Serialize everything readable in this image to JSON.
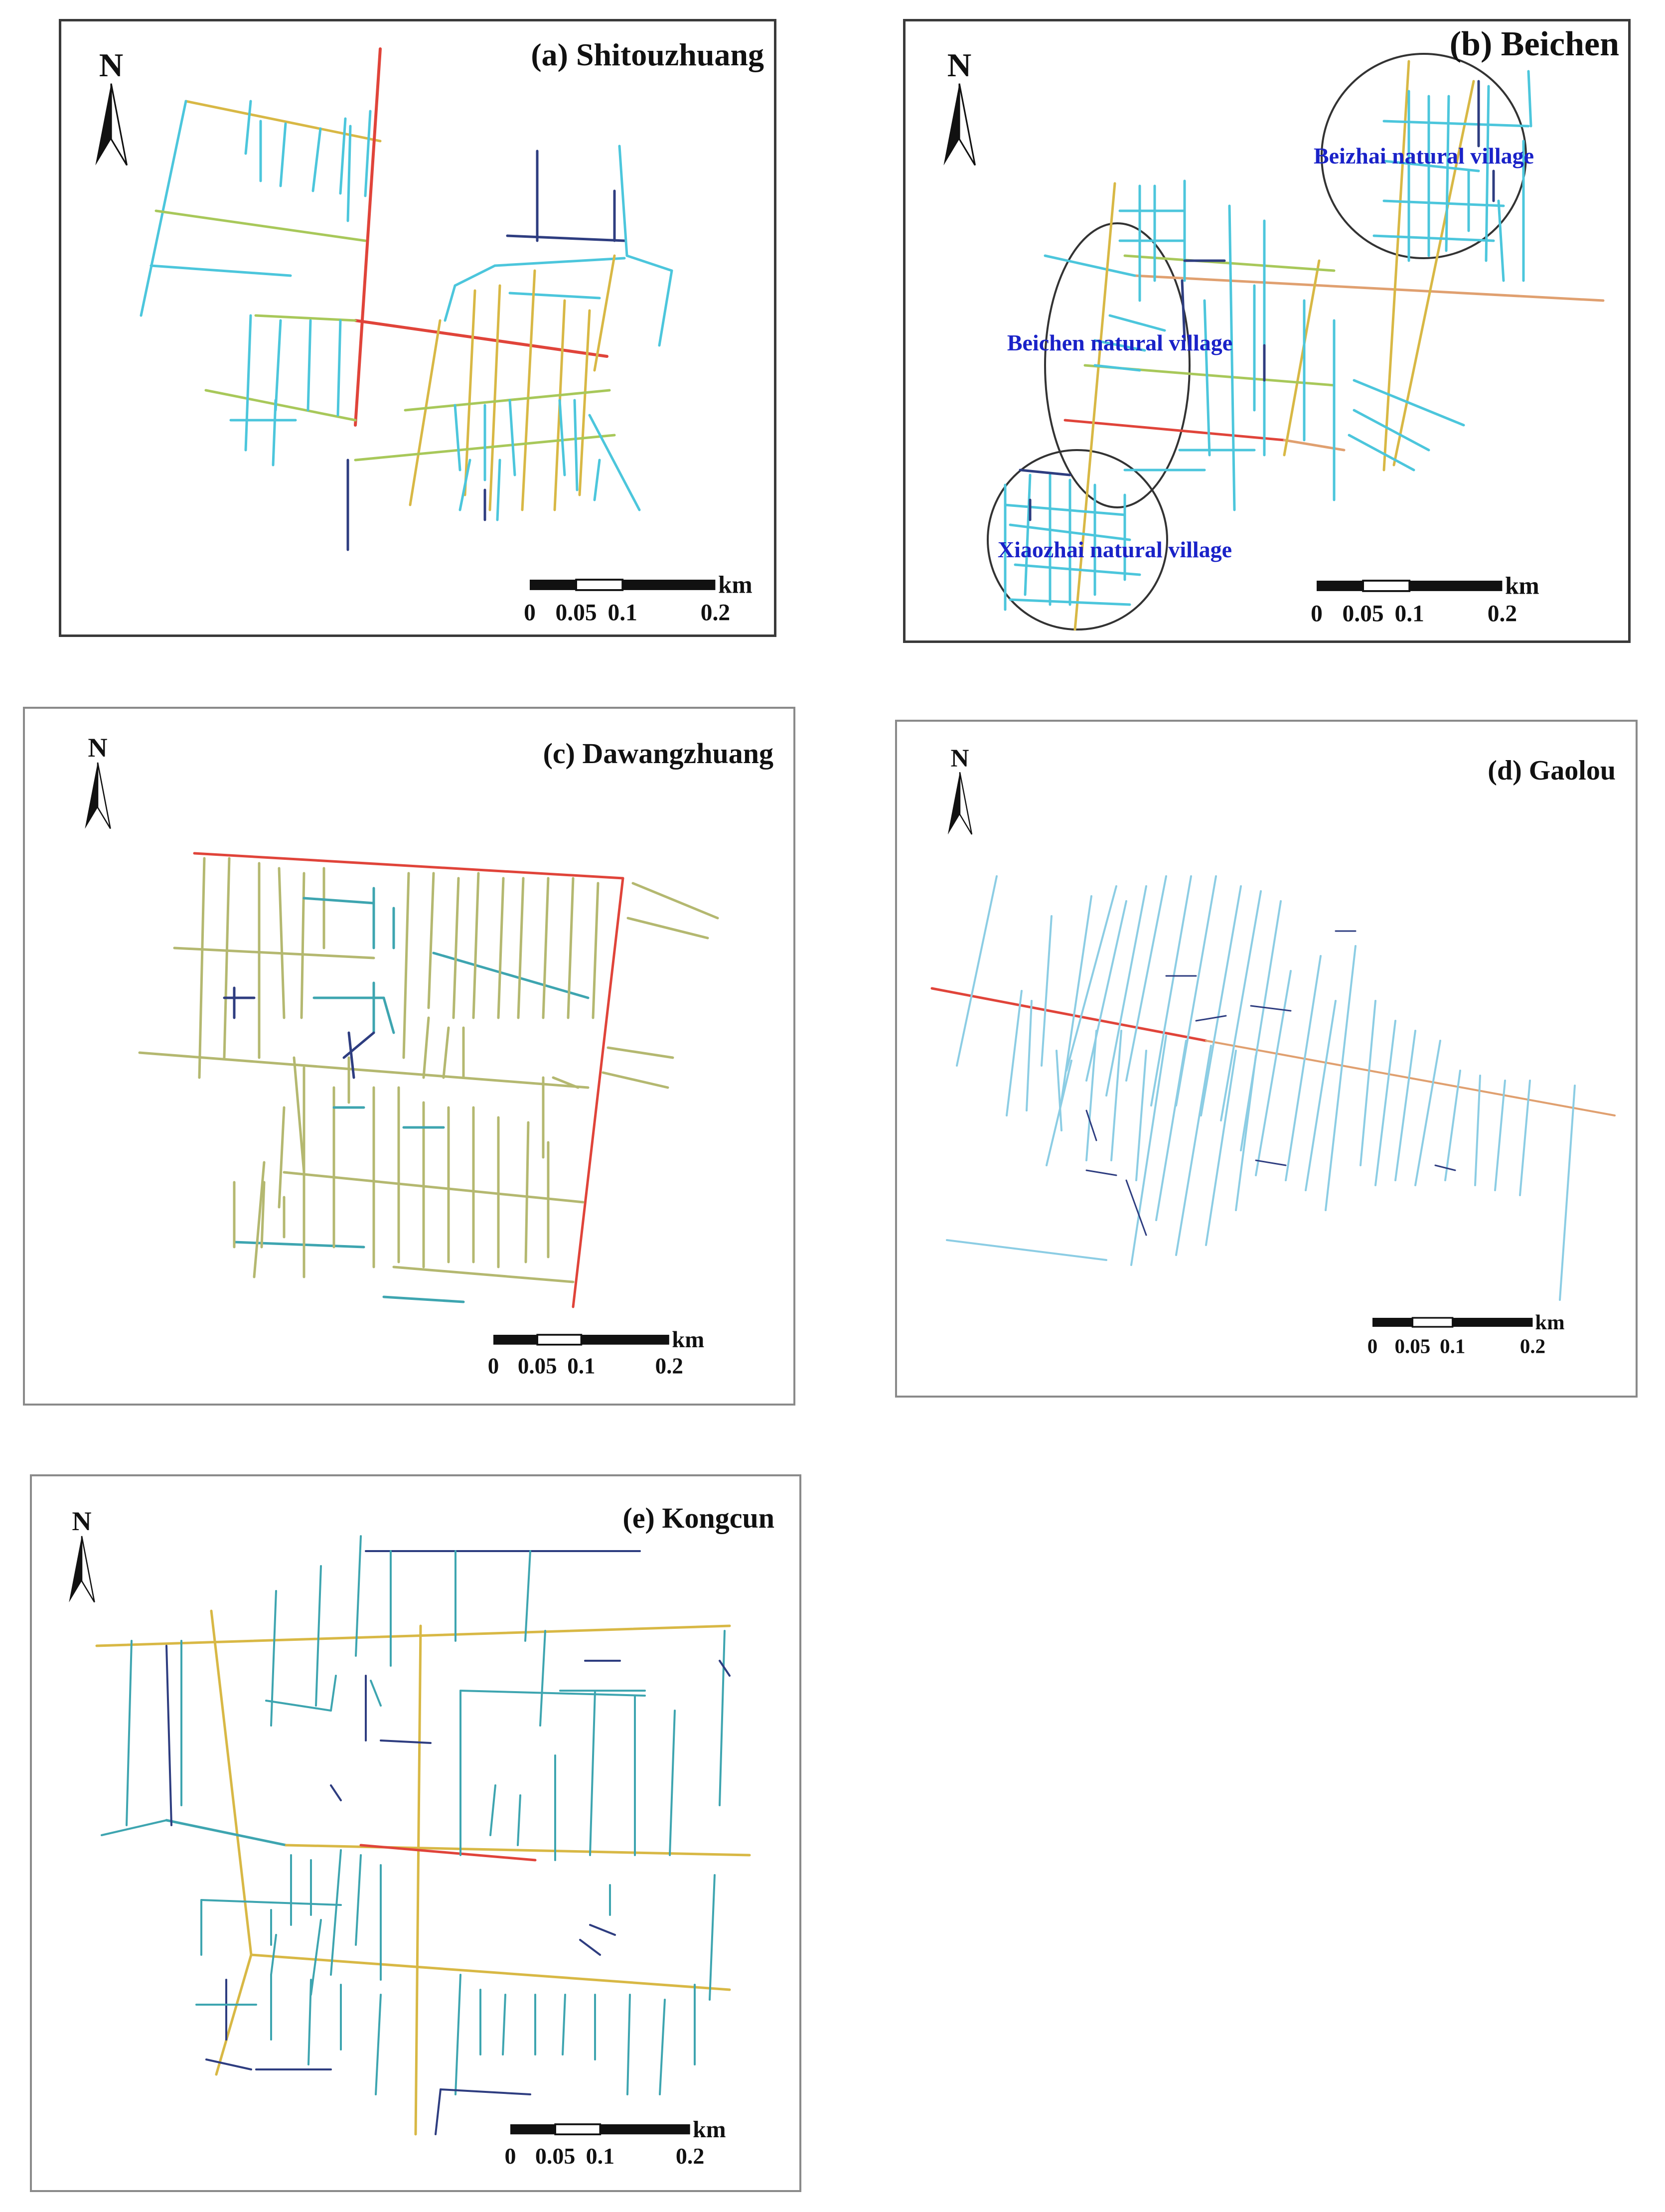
{
  "panels": [
    {
      "id": "a",
      "title": "(a) Shitouzhuang"
    },
    {
      "id": "b",
      "title": "(b) Beichen",
      "labels": [
        "Beizhai natural village",
        "Beichen natural village",
        "Xiaozhai natural village"
      ]
    },
    {
      "id": "c",
      "title": "(c) Dawangzhuang"
    },
    {
      "id": "d",
      "title": "(d) Gaolou"
    },
    {
      "id": "e",
      "title": "(e) Kongcun"
    }
  ],
  "north_label": "N",
  "scale": {
    "unit": "km",
    "ticks": [
      "0",
      "0.05",
      "0.1",
      "0.2"
    ]
  },
  "colors": {
    "cyan": "#4cc6dc",
    "teal": "#3ea5b0",
    "yellow": "#d8b845",
    "lime": "#a8c85a",
    "orange": "#e0a070",
    "red": "#e0443a",
    "navy": "#2e3d80",
    "lightblue": "#8ccde4",
    "olive": "#b4b870"
  }
}
